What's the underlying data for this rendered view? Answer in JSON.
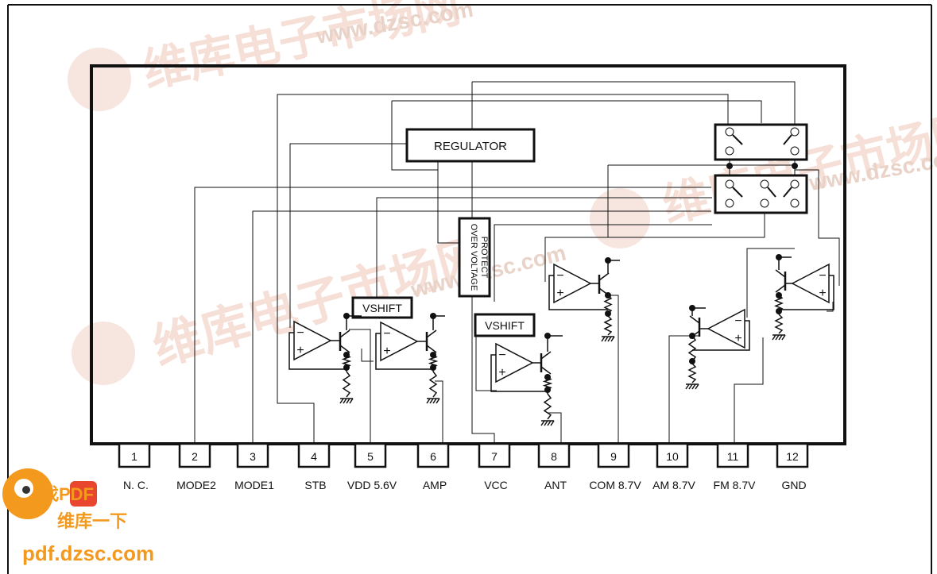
{
  "diagram": {
    "blocks": {
      "regulator": "REGULATOR",
      "over_voltage_protect_line1": "OVER VOLTAGE",
      "over_voltage_protect_line2": "PROTECT",
      "vshift_1": "VSHIFT",
      "vshift_2": "VSHIFT"
    },
    "opamp_symbols": {
      "minus": "−",
      "plus": "+"
    },
    "pins": [
      {
        "number": "1",
        "label": "N. C."
      },
      {
        "number": "2",
        "label": "MODE2"
      },
      {
        "number": "3",
        "label": "MODE1"
      },
      {
        "number": "4",
        "label": "STB"
      },
      {
        "number": "5",
        "label": "VDD 5.6V"
      },
      {
        "number": "6",
        "label": "AMP"
      },
      {
        "number": "7",
        "label": "VCC"
      },
      {
        "number": "8",
        "label": "ANT"
      },
      {
        "number": "9",
        "label": "COM 8.7V"
      },
      {
        "number": "10",
        "label": "AM 8.7V"
      },
      {
        "number": "11",
        "label": "FM 8.7V"
      },
      {
        "number": "12",
        "label": "GND"
      }
    ]
  },
  "watermarks": {
    "brand_cn": "维库电子市场网",
    "site_url": "www.dzsc.com",
    "badge_line1": "找PDF",
    "badge_line2": "维库一下",
    "badge_url": "pdf.dzsc.com"
  },
  "colors": {
    "line": "#111111",
    "watermark": "#f3d9cf",
    "badge_orange": "#f39a1e"
  }
}
